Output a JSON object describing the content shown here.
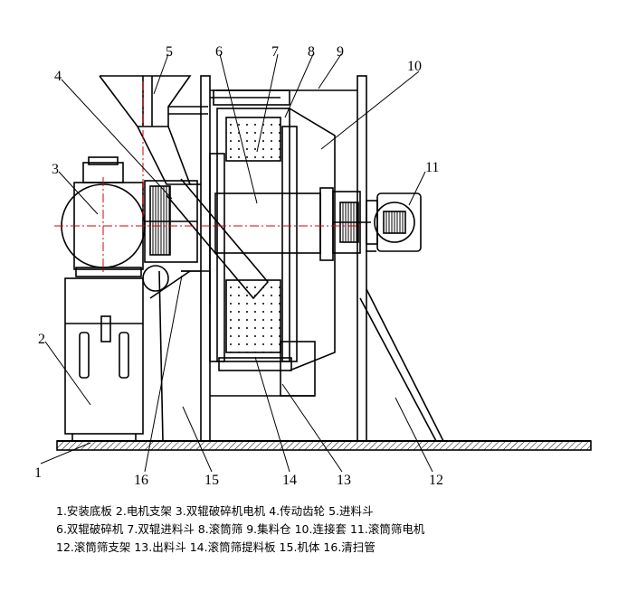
{
  "callouts": [
    "1",
    "2",
    "3",
    "4",
    "5",
    "6",
    "7",
    "8",
    "9",
    "10",
    "11",
    "12",
    "13",
    "14",
    "15",
    "16"
  ],
  "legend_lines": [
    "1.安装底板  2.电机支架 3.双辊破碎机电机  4.传动齿轮  5.进料斗",
    "6.双辊破碎机  7.双辊进料斗  8.滚筒筛  9.集料仓 10.连接套 11.滚筒筛电机",
    "12.滚筒筛支架  13.出料斗  14.滚筒筛提料板  15.机体 16.清扫管"
  ]
}
